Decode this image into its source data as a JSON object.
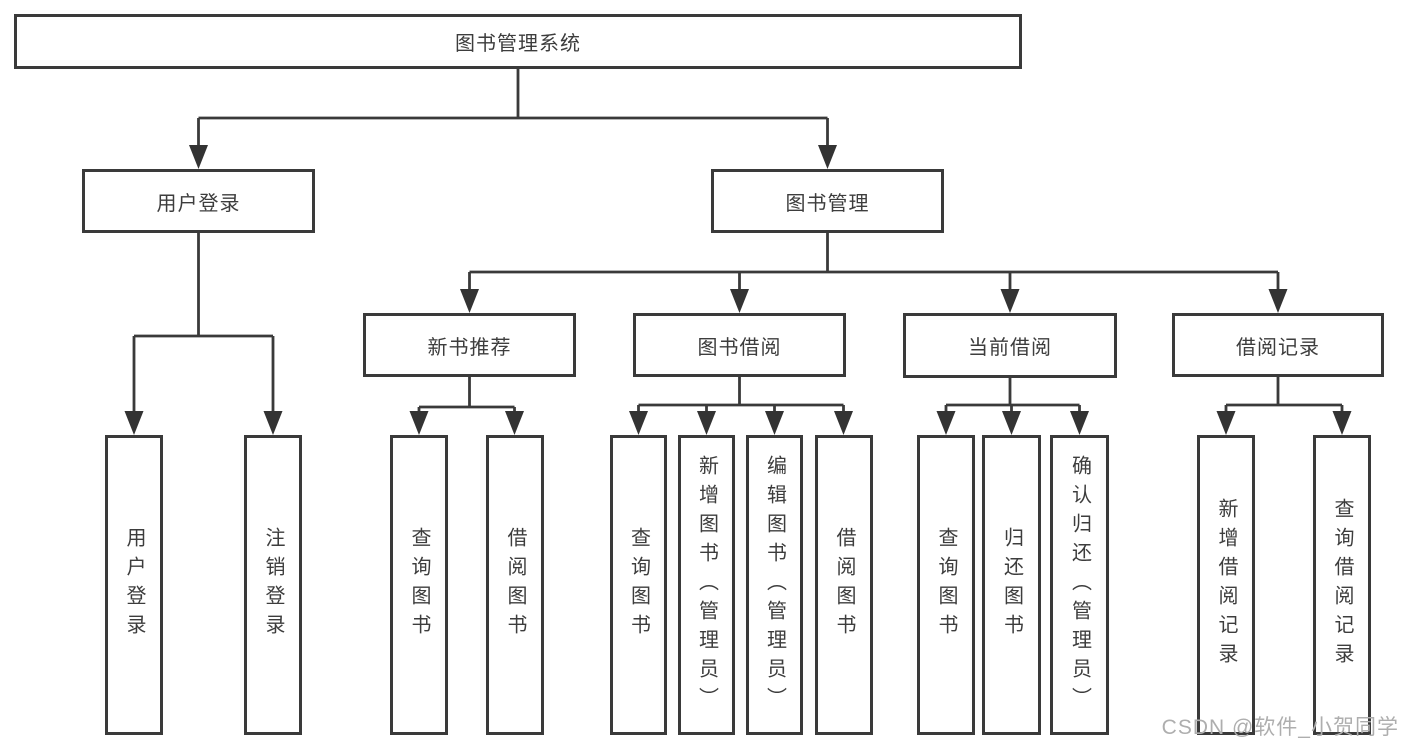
{
  "diagram": {
    "type": "hierarchy-tree",
    "colors": {
      "line": "#3a3a3a",
      "box_border": "#3a3a3a",
      "text": "#3d3d3d",
      "watermark": "#aeaeae",
      "background": "#ffffff"
    },
    "tree": {
      "label": "图书管理系统",
      "children": [
        {
          "label": "用户登录",
          "children": [
            {
              "label": "用户登录"
            },
            {
              "label": "注销登录"
            }
          ]
        },
        {
          "label": "图书管理",
          "children": [
            {
              "label": "新书推荐",
              "children": [
                {
                  "label": "查询图书"
                },
                {
                  "label": "借阅图书"
                }
              ]
            },
            {
              "label": "图书借阅",
              "children": [
                {
                  "label": "查询图书"
                },
                {
                  "label": "新增图书（管理员）"
                },
                {
                  "label": "编辑图书（管理员）"
                },
                {
                  "label": "借阅图书"
                }
              ]
            },
            {
              "label": "当前借阅",
              "children": [
                {
                  "label": "查询图书"
                },
                {
                  "label": "归还图书"
                },
                {
                  "label": "确认归还（管理员）"
                }
              ]
            },
            {
              "label": "借阅记录",
              "children": [
                {
                  "label": "新增借阅记录"
                },
                {
                  "label": "查询借阅记录"
                }
              ]
            }
          ]
        }
      ]
    },
    "watermark": "CSDN @软件_小贺同学"
  }
}
